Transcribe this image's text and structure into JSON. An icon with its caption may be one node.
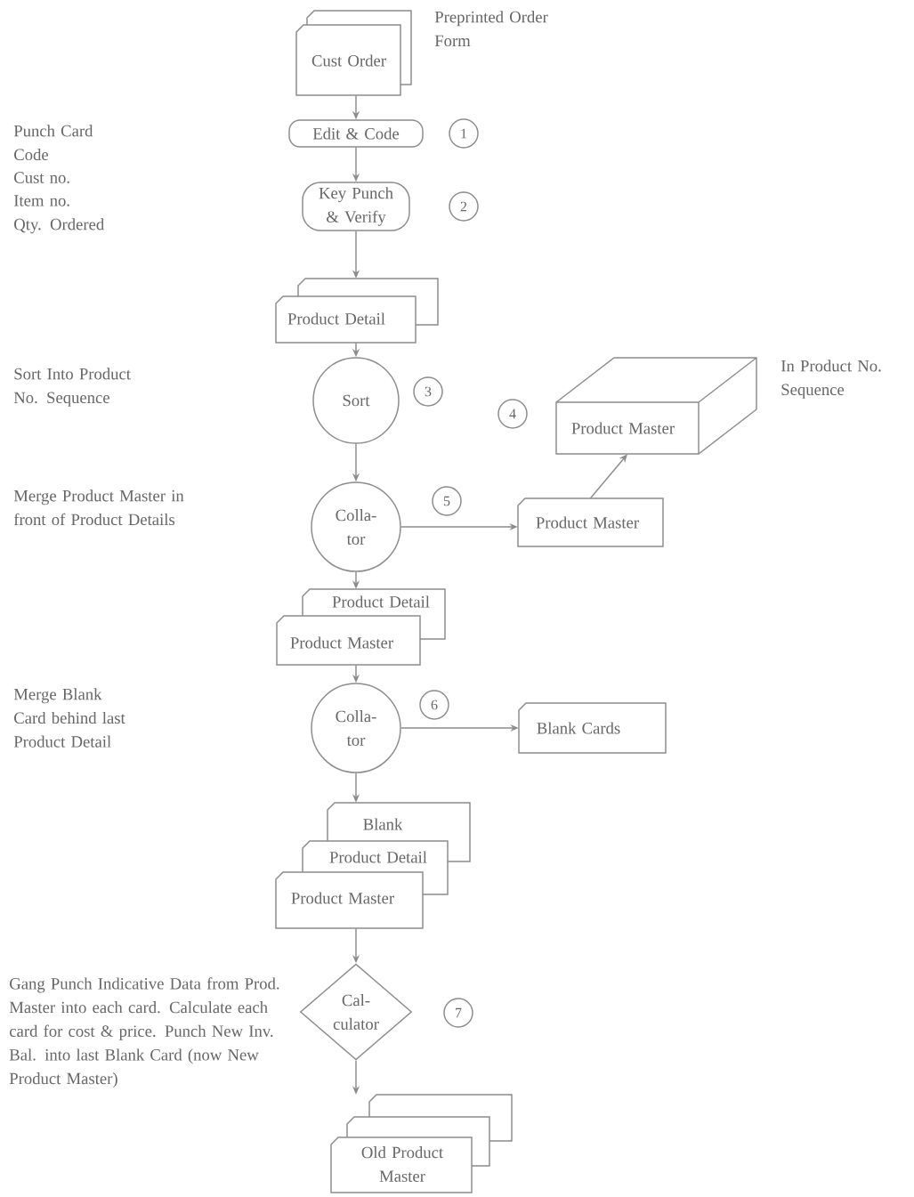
{
  "diagram": {
    "nodes": [
      {
        "text": [
          "Cust Order"
        ],
        "beside": [
          "Preprinted Order Form"
        ]
      },
      {
        "text": [
          "Edit & Code"
        ]
      },
      {
        "text": [
          "Key Punch & Verify"
        ]
      },
      {
        "text": [
          "Product Detail"
        ]
      },
      {
        "text": [
          "Sort"
        ]
      },
      {
        "text": [
          "Product Master"
        ],
        "beside": [
          "In Product No. Sequence"
        ]
      },
      {
        "text": [
          "Colla- tor"
        ]
      },
      {
        "text": [
          "Product Master"
        ]
      },
      {
        "text": [
          "Product Detail",
          "Product Master"
        ]
      },
      {
        "text": [
          "Colla- tor"
        ]
      },
      {
        "text": [
          "Blank Cards"
        ]
      },
      {
        "text": [
          "Blank",
          "Product Detail",
          "Product Master"
        ]
      },
      {
        "text": [
          "Cal- culator"
        ]
      },
      {
        "text": [
          "Old Product Master"
        ]
      }
    ],
    "edges": [
      {
        "from": 0,
        "to": 1,
        "arrow": "to"
      },
      {
        "from": 1,
        "to": 2,
        "arrow": "to"
      },
      {
        "from": 2,
        "to": 3,
        "arrow": "to"
      },
      {
        "from": 3,
        "to": 4,
        "arrow": "to"
      },
      {
        "from": 4,
        "to": 6,
        "arrow": "to"
      },
      {
        "from": 6,
        "to": 7,
        "arrow": "to"
      },
      {
        "from": 7,
        "to": 5,
        "arrow": "to"
      },
      {
        "from": 6,
        "to": 8,
        "arrow": "to"
      },
      {
        "from": 8,
        "to": 9,
        "arrow": "to"
      },
      {
        "from": 9,
        "to": 10,
        "arrow": "to"
      },
      {
        "from": 9,
        "to": 11,
        "arrow": "to"
      },
      {
        "from": 11,
        "to": 12,
        "arrow": "to"
      },
      {
        "from": 12,
        "to": 13,
        "arrow": "to"
      }
    ],
    "labels": [
      "Punch Card Code",
      "Cust no.",
      "Item no.",
      "Qty. Ordered",
      "Sort Into Product No. Sequence",
      "Merge Product Master in front of Product Details",
      "Merge Blank Card behind last Product Detail",
      "Gang Punch Indicative Data from Prod. Master into each card. Calculate each card for cost & price. Punch New Inv. Bal. into last Blank Card (now New Product Master)",
      "1",
      "2",
      "3",
      "4",
      "5",
      "6",
      "7"
    ]
  }
}
